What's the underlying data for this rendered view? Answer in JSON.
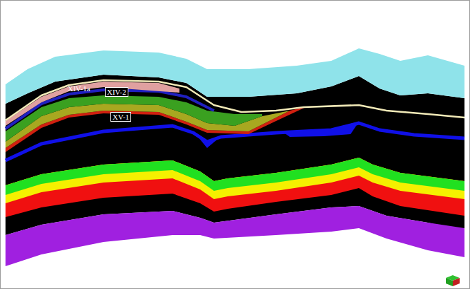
{
  "diagram": {
    "labels": [
      "XIV-1a",
      "XIV-2",
      "XV-1"
    ]
  }
}
